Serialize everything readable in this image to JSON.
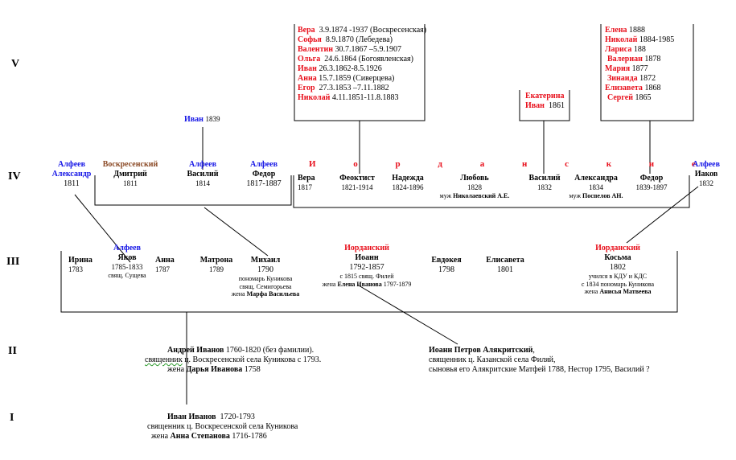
{
  "generations": [
    "V",
    "IV",
    "III",
    "II",
    "I"
  ],
  "gen5": {
    "group1": [
      {
        "name": "Вера",
        "rest": "3.9.1874 -1937 (Воскресенская)"
      },
      {
        "name": "Софья",
        "rest": "8.9.1870 (Лебедева)"
      },
      {
        "name": "Валентин",
        "rest": "30.7.1867 –5.9.1907"
      },
      {
        "name": "Ольга",
        "rest": "24.6.1864 (Богоявленская)"
      },
      {
        "name": "Иван",
        "rest": "26.3.1862-8.5.1926"
      },
      {
        "name": "Анна",
        "rest": "15.7.1859 (Сиверцева)"
      },
      {
        "name": "Егор",
        "rest": "27.3.1853 –7.11.1882"
      },
      {
        "name": "Николай",
        "rest": "4.11.1851-11.8.1883"
      }
    ],
    "group2": [
      {
        "name": "Екатерина",
        "rest": ""
      },
      {
        "name": "Иван",
        "rest": "1861"
      }
    ],
    "group3": [
      {
        "name": "Елена",
        "rest": "1888"
      },
      {
        "name": "Николай",
        "rest": "1884-1985"
      },
      {
        "name": "Лариса",
        "rest": "188"
      },
      {
        "name": "Валериан",
        "rest": "1878"
      },
      {
        "name": "Мария",
        "rest": "1877"
      },
      {
        "name": "Зинаида",
        "rest": "1872"
      },
      {
        "name": "Елизавета",
        "rest": "1868"
      },
      {
        "name": "Сергей",
        "rest": "1865"
      }
    ],
    "ivan": {
      "name": "Иван",
      "year": "1839"
    }
  },
  "gen4": {
    "alfeev_a": {
      "surname": "Алфеев",
      "name": "Александр",
      "year": "1811"
    },
    "dmitriy": {
      "surname": "Воскресенский",
      "name": "Дмитрий",
      "year": "1811"
    },
    "vasiliy": {
      "surname": "Алфеев",
      "name": "Василий",
      "year": "1814"
    },
    "fedor": {
      "surname": "Алфеев",
      "name": "Федор",
      "year": "1817-1887"
    },
    "iordanskie": "И о р д а н с к и е",
    "vera": {
      "name": "Вера",
      "year": "1817"
    },
    "feoktist": {
      "name": "Феоктист",
      "year": "1821-1914"
    },
    "nadezhda": {
      "name": "Надежда",
      "year": "1824-1896"
    },
    "lyubov": {
      "name": "Любовь",
      "year": "1828",
      "note": "муж",
      "spouse": "Николаевский А.Е."
    },
    "vasiliy2": {
      "name": "Василий",
      "year": "1832"
    },
    "aleksandra": {
      "name": "Александра",
      "year": "1834",
      "note": "муж",
      "spouse": "Поспелов АН."
    },
    "fedor2": {
      "name": "Федор",
      "year": "1839-1897"
    },
    "iakov": {
      "surname": "Алфеев",
      "name": "Иаков",
      "year": "1832"
    }
  },
  "gen3": {
    "irina": {
      "name": "Ирина",
      "year": "1783"
    },
    "yakov": {
      "surname": "Алфеев",
      "name": "Яков",
      "year": "1785-1833",
      "note": "свящ.  Сущева"
    },
    "anna": {
      "name": "Анна",
      "year": "1787"
    },
    "matrona": {
      "name": "Матрона",
      "year": "1789"
    },
    "mikhail": {
      "name": "Михаил",
      "year": "1790",
      "n1": "пономарь Куникова",
      "n2": "свящ.  Семигорьева",
      "wife_pre": "жена",
      "wife": "Марфа Васильева"
    },
    "ioann": {
      "surname": "Иорданский",
      "name": "Иоанн",
      "year": "1792-1857",
      "n1": "с 1815 свящ.  Филей",
      "wife_pre": "жена",
      "wife": "Елена Иванова",
      "wife_year": "1797-1879"
    },
    "evdokeya": {
      "name": "Евдокея",
      "year": "1798"
    },
    "elisaveta": {
      "name": "Елисавета",
      "year": "1801"
    },
    "kosma": {
      "surname": "Иорданский",
      "name": "Косьма",
      "year": "1802",
      "n1": "учился в КДУ и КДС",
      "n2": "с 1834 пономарь Куникова",
      "wife_pre": "жена",
      "wife": "Анисья Матвеева"
    }
  },
  "gen2": {
    "andrey": {
      "name": "Андрей Иванов",
      "rest": "1760-1820 (без фамилии).",
      "l2a": "священник",
      "l2b": "ц. Воскресенской села Куникова с 1793.",
      "wife_pre": "жена",
      "wife": "Дарья Иванова",
      "wife_year": "1758"
    },
    "ioann_p": {
      "name": "Иоанн Петров Алякритский",
      "rest": ",",
      "l2": "священник ц. Казанской села Филяй,",
      "l3": "сыновья его Алякритские  Матфей 1788, Нестор 1795, Василий ?"
    }
  },
  "gen1": {
    "name": "Иван Иванов",
    "rest": "1720-1793",
    "l2": "священник ц. Воскресенской села Куникова",
    "wife_pre": "жена",
    "wife": "Анна Степанова",
    "wife_year": "1716-1786"
  }
}
